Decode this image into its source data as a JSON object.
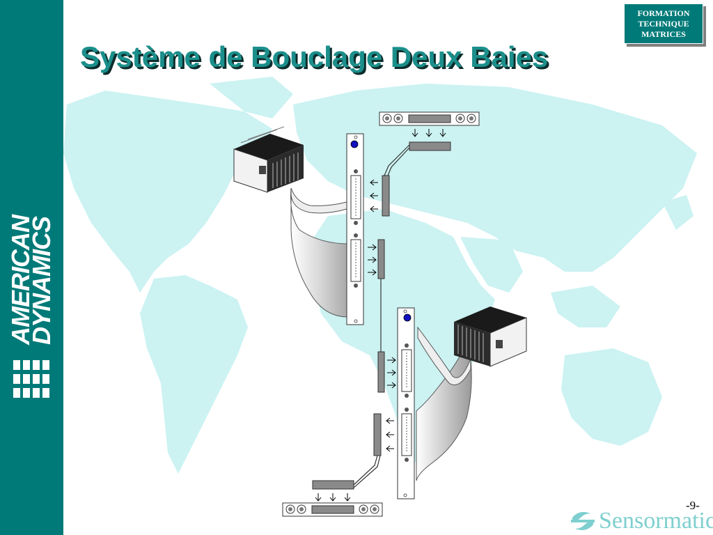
{
  "slide": {
    "title": "Système de Bouclage Deux Baies",
    "badge": [
      "FORMATION",
      "TECHNIQUE",
      "MATRICES"
    ],
    "page_number": "-9-"
  },
  "brand": {
    "sidebar_lines": [
      "AMERICAN",
      "DYNAMICS"
    ],
    "footer_name": "Sensormatic"
  },
  "colors": {
    "sidebar": "#007a78",
    "title": "#1b8f8b",
    "map": "#ccf2f2",
    "connector": "#8a8a8a",
    "led": "#1010c0"
  },
  "icons": {
    "chassis": "equipment-chassis-icon",
    "led": "blue-led-icon",
    "arrow": "arrow-icon"
  }
}
